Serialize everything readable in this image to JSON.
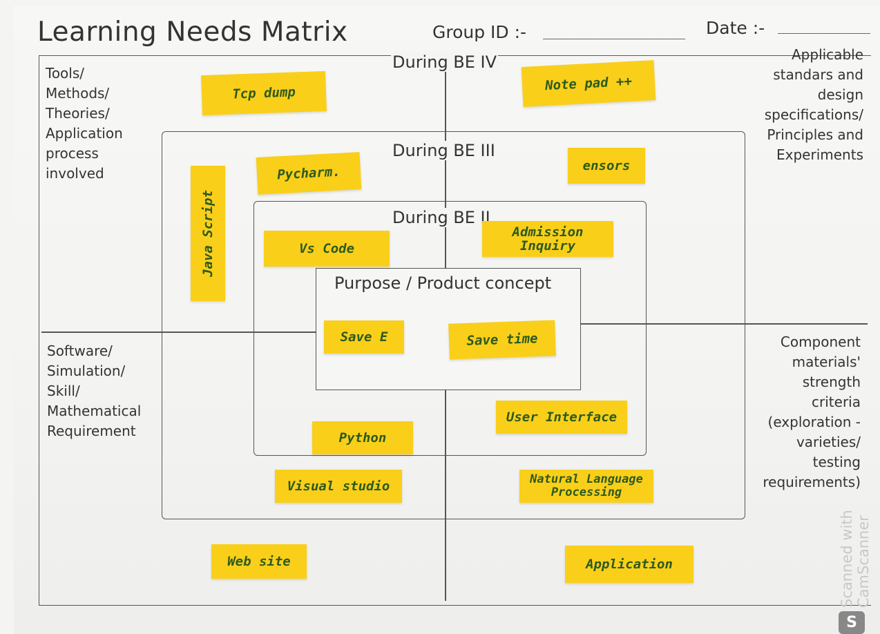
{
  "header": {
    "title": "Learning Needs Matrix",
    "group_id_label": "Group ID :-",
    "date_label": "Date :-"
  },
  "quadrants": {
    "top_left": [
      "Tools/",
      "Methods/",
      "Theories/",
      "Application",
      "process",
      "involved"
    ],
    "top_right": [
      "Applicable",
      "standars and",
      "design",
      "specifications/",
      "Principles and",
      "Experiments"
    ],
    "bottom_left": [
      "Software/",
      "Simulation/",
      "Skill/",
      "Mathematical",
      "Requirement"
    ],
    "bottom_right": [
      "Component",
      "materials'",
      "strength",
      "criteria",
      "(exploration -",
      "varieties/",
      "testing",
      "requirements)"
    ]
  },
  "rings": {
    "be4": "During BE IV",
    "be3": "During BE III",
    "be2": "During BE II",
    "center": "Purpose / Product concept"
  },
  "notes": {
    "tcp_dump": "Tcp dump",
    "notepad": "Note pad ++",
    "pycharm": "Pycharm.",
    "sensors": "ensors",
    "javascript": "Java Script",
    "vs_code": "Vs Code",
    "admission": "Admission Inquiry",
    "save_e": "Save E",
    "save_time": "Save time",
    "user_interface": "User Interface",
    "python": "Python",
    "visual_studio": "Visual studio",
    "nlp": "Natural Language Processing",
    "website": "Web site",
    "application": "Application"
  },
  "watermark": {
    "text": "Scanned with CamScanner",
    "icon": "camscanner-logo"
  },
  "colors": {
    "sticky_note": "#f9cf1a",
    "handwriting": "#2d5a1e",
    "lines": "#555555"
  }
}
